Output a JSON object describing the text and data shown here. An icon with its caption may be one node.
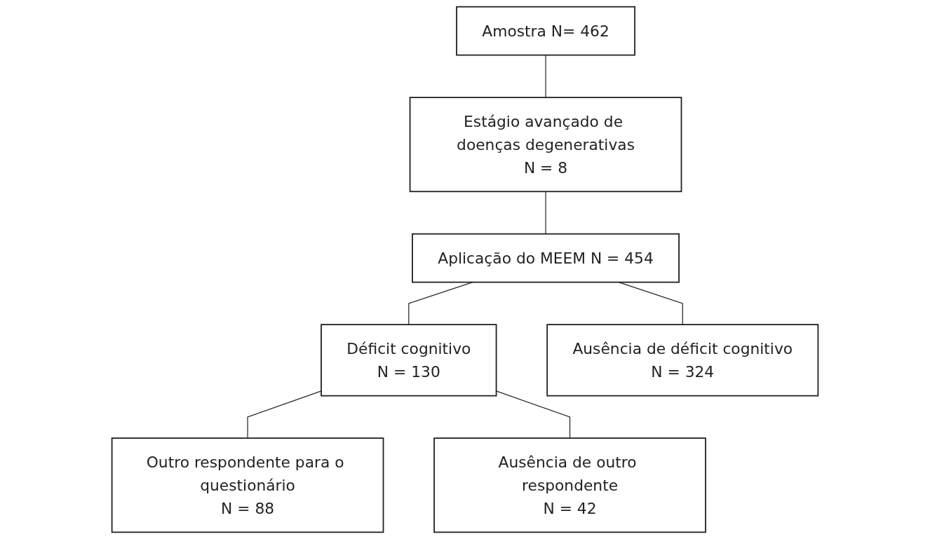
{
  "diagram": {
    "nodes": [
      {
        "text": [
          "Amostra N= 462"
        ]
      },
      {
        "text": [
          "Estágio avançado de doenças degenerativas",
          "N = 8"
        ]
      },
      {
        "text": [
          "Aplicação do MEEM N = 454"
        ]
      },
      {
        "text": [
          "Déficit cognitivo",
          "N = 130"
        ]
      },
      {
        "text": [
          "Ausência de déficit cognitivo",
          "N = 324"
        ]
      },
      {
        "text": [
          "Outro respondente para o questionário",
          "N = 88"
        ]
      },
      {
        "text": [
          "Ausência de outro respondente",
          "N = 42"
        ]
      }
    ],
    "edges": [
      {
        "from": 0,
        "to": 1,
        "arrow": "none"
      },
      {
        "from": 1,
        "to": 2,
        "arrow": "none"
      },
      {
        "from": 2,
        "to": 3,
        "arrow": "none"
      },
      {
        "from": 2,
        "to": 4,
        "arrow": "none"
      },
      {
        "from": 3,
        "to": 5,
        "arrow": "none"
      },
      {
        "from": 3,
        "to": 6,
        "arrow": "none"
      }
    ]
  }
}
